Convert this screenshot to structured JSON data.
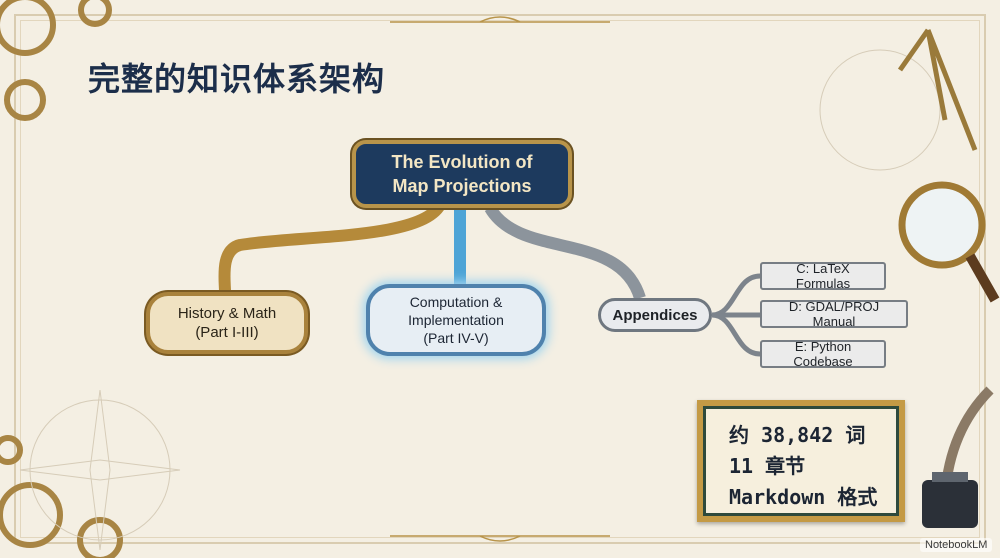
{
  "title": "完整的知识体系架构",
  "diagram": {
    "root": {
      "line1": "The Evolution of",
      "line2": "Map Projections"
    },
    "branches": [
      {
        "line1": "History & Math",
        "line2": "(Part I-III)"
      },
      {
        "line1": "Computation &",
        "line2": "Implementation",
        "line3": "(Part IV-V)"
      },
      {
        "label": "Appendices",
        "children": [
          "C: LaTeX Formulas",
          "D: GDAL/PROJ Manual",
          "E: Python Codebase"
        ]
      }
    ]
  },
  "stats": [
    "约 38,842 词",
    "11 章节",
    "Markdown 格式"
  ],
  "watermark": "NotebookLM",
  "colors": {
    "navy": "#1d3a5e",
    "gold": "#b8944a",
    "blue": "#4f82ad",
    "steel": "#6f7780",
    "parchment": "#f4efe3"
  }
}
